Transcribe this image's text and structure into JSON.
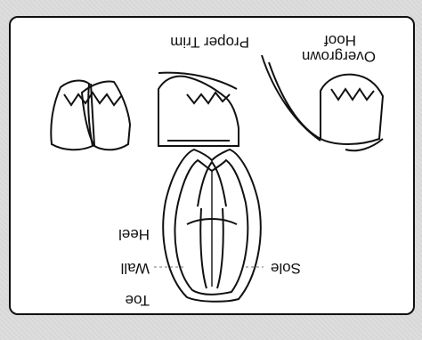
{
  "diagram": {
    "labels": {
      "toe": "Toe",
      "wall": "Wall",
      "heel": "Heel",
      "sole": "Sole",
      "proper_trim": "Proper Trim",
      "overgrown_line1": "Overgrown",
      "overgrown_line2": "Hoof"
    }
  }
}
